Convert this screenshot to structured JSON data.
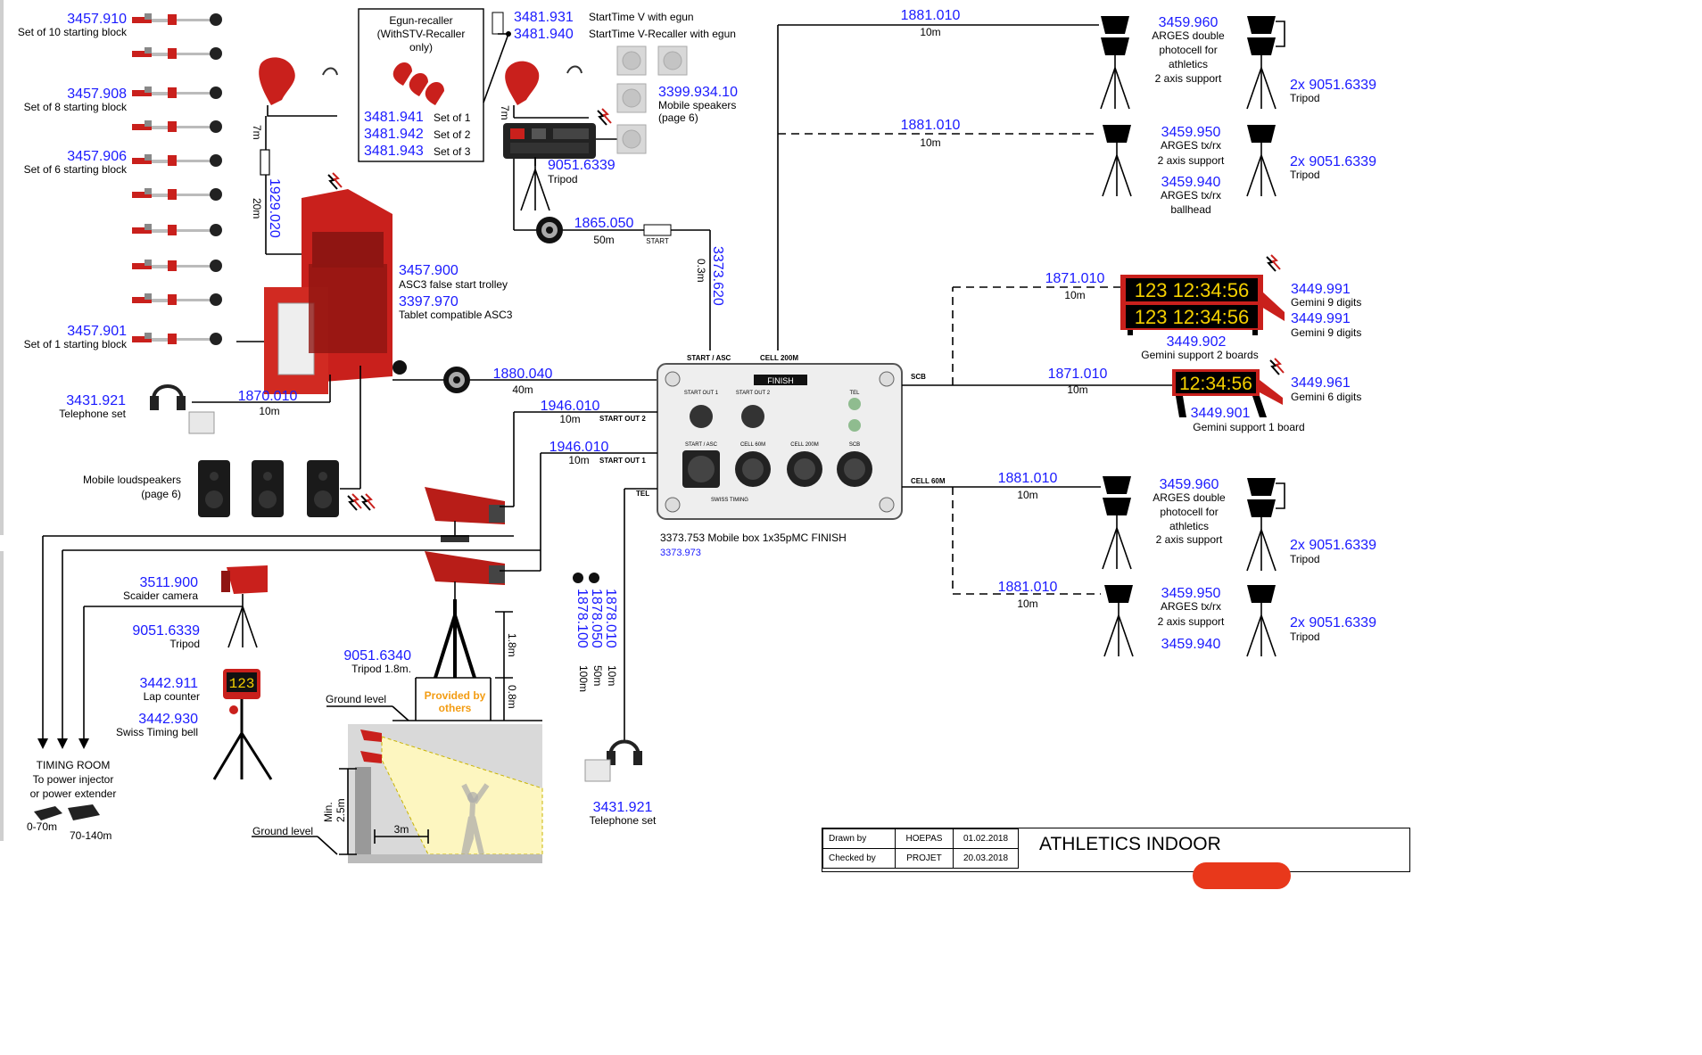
{
  "colors": {
    "part_number": "#1a1aff",
    "device_red": "#c9201c",
    "display_bg": "#000000",
    "display_digits": "#f5d000",
    "provided_by": "#f39c12",
    "light_beam": "#fdf6c0"
  },
  "starting_blocks": [
    {
      "code": "3457.910",
      "desc": "Set of 10 starting block"
    },
    {
      "code": "3457.908",
      "desc": "Set of 8 starting block"
    },
    {
      "code": "3457.906",
      "desc": "Set of 6 starting block"
    },
    {
      "code": "3457.901",
      "desc": "Set of 1 starting block"
    }
  ],
  "egun_recaller": {
    "title_line1": "Egun-recaller",
    "title_line2": "(WithSTV-Recaller",
    "title_line3": "only)",
    "sets": [
      {
        "code": "3481.941",
        "label": "Set of 1"
      },
      {
        "code": "3481.942",
        "label": "Set of 2"
      },
      {
        "code": "3481.943",
        "label": "Set of 3"
      }
    ]
  },
  "starttime": [
    {
      "code": "3481.931",
      "desc": "StartTime V with egun"
    },
    {
      "code": "3481.940",
      "desc": "StartTime V-Recaller with egun"
    }
  ],
  "speakers": {
    "code": "3399.934.10",
    "line1": "Mobile speakers",
    "line2": "(page 6)"
  },
  "tripod_top": {
    "code": "9051.6339",
    "desc": "Tripod"
  },
  "cable_drum_top": {
    "code": "1865.050",
    "length": "50m",
    "start_label": "START"
  },
  "cable_vertical": {
    "code": "3373.620",
    "length": "0.3m"
  },
  "trolley": {
    "code": "3457.900",
    "desc": "ASC3 false start trolley",
    "tablet_code": "3397.970",
    "tablet_desc": "Tablet compatible ASC3"
  },
  "cable_1929": {
    "code": "1929.020",
    "length_a": "7m",
    "length_b": "20m",
    "length_c": "7m"
  },
  "telephone_left": {
    "code": "3431.921",
    "desc": "Telephone set"
  },
  "cable_1870": {
    "code": "1870.010",
    "length": "10m"
  },
  "cable_1880": {
    "code": "1880.040",
    "length": "40m"
  },
  "loudspeakers_left": {
    "line1": "Mobile loudspeakers",
    "line2": "(page 6)"
  },
  "cable_startout2": {
    "code": "1946.010",
    "length": "10m",
    "port": "START OUT 2"
  },
  "cable_startout1": {
    "code": "1946.010",
    "length": "10m",
    "port": "START OUT 1"
  },
  "box": {
    "header": "FINISH",
    "desc": "3373.753 Mobile box 1x35pMC FINISH",
    "code": "3373.973",
    "ports": {
      "start_out_1": "START OUT 1",
      "start_out_2": "START OUT 2",
      "tel": "TEL",
      "start_asc": "START / ASC",
      "cell60": "CELL 60M",
      "cell200": "CELL 200M",
      "scb": "SCB"
    },
    "brand": "SWISS TIMING",
    "top_labels": {
      "start_asc": "START / ASC",
      "cell200": "CELL 200M"
    },
    "side_labels": {
      "scb": "SCB",
      "cell60": "CELL 60M",
      "tel": "TEL"
    }
  },
  "scaider": {
    "code": "3511.900",
    "desc": "Scaider camera",
    "tripod_code": "9051.6339",
    "tripod_desc": "Tripod"
  },
  "lap_counter": {
    "code": "3442.911",
    "desc": "Lap counter",
    "bell_code": "3442.930",
    "bell_desc": "Swiss Timing bell",
    "digits": "123"
  },
  "timing_room": {
    "line1": "TIMING ROOM",
    "line2": "To power injector",
    "line3": "or power extender",
    "len_a": "0-70m",
    "len_b": "70-140m"
  },
  "tripod_18": {
    "code": "9051.6340",
    "desc": "Tripod 1.8m.",
    "provided_line1": "Provided by",
    "provided_line2": "others",
    "ground": "Ground level",
    "h18": "1.8m",
    "h08": "0.8m"
  },
  "install": {
    "ground": "Ground level",
    "min": "Min.",
    "min_h": "2.5m",
    "dist": "3m"
  },
  "cable_1878": {
    "codes": [
      "1878.010",
      "1878.050",
      "1878.100"
    ],
    "lengths": [
      "10m",
      "50m",
      "100m"
    ]
  },
  "telephone_bottom": {
    "code": "3431.921",
    "desc": "Telephone set"
  },
  "right_top": {
    "cable_a": {
      "code": "1881.010",
      "length": "10m"
    },
    "cell_double": {
      "code": "3459.960",
      "l1": "ARGES double",
      "l2": "photocell for",
      "l3": "athletics",
      "l4": "2 axis support"
    },
    "tripod_a": {
      "code": "2x 9051.6339",
      "desc": "Tripod"
    },
    "cable_b": {
      "code": "1881.010",
      "length": "10m"
    },
    "cell_txrx": {
      "code": "3459.950",
      "l1": "ARGES tx/rx",
      "l2": "2 axis support"
    },
    "cell_ball": {
      "code": "3459.940",
      "l1": "ARGES tx/rx",
      "l2": "ballhead"
    },
    "tripod_b": {
      "code": "2x 9051.6339",
      "desc": "Tripod"
    }
  },
  "scoreboards": {
    "cable_a": {
      "code": "1871.010",
      "length": "10m"
    },
    "board9": {
      "text": "123  12:34:56",
      "code": "3449.991",
      "desc": "Gemini 9 digits"
    },
    "board9b": {
      "code": "3449.991",
      "desc": "Gemini 9 digits"
    },
    "support2": {
      "code": "3449.902",
      "desc": "Gemini support 2 boards"
    },
    "cable_b": {
      "code": "1871.010",
      "length": "10m"
    },
    "board6": {
      "text": "12:34:56",
      "code": "3449.961",
      "desc": "Gemini 6 digits"
    },
    "support1": {
      "code": "3449.901",
      "desc": "Gemini support 1 board"
    }
  },
  "right_bottom": {
    "cable_a": {
      "code": "1881.010",
      "length": "10m"
    },
    "cell_double": {
      "code": "3459.960",
      "l1": "ARGES double",
      "l2": "photocell for",
      "l3": "athletics",
      "l4": "2 axis support"
    },
    "tripod_a": {
      "code": "2x 9051.6339",
      "desc": "Tripod"
    },
    "cable_b": {
      "code": "1881.010",
      "length": "10m"
    },
    "cell_txrx": {
      "code": "3459.950",
      "l1": "ARGES tx/rx",
      "l2": "2 axis support"
    },
    "cell_ball": {
      "code": "3459.940"
    },
    "tripod_b": {
      "code": "2x 9051.6339",
      "desc": "Tripod"
    }
  },
  "title_block": {
    "drawn_by_label": "Drawn by",
    "drawn_by": "HOEPAS",
    "drawn_date": "01.02.2018",
    "checked_by_label": "Checked by",
    "checked_by": "PROJET",
    "checked_date": "20.03.2018",
    "title": "ATHLETICS INDOOR"
  }
}
